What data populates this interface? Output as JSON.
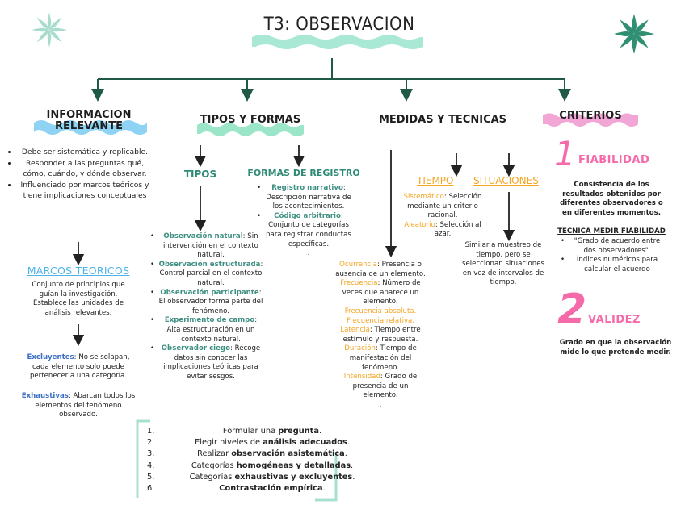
{
  "title": "T3: OBSERVACION",
  "colors": {
    "line": "#1f5a47",
    "blue_wave": "#8fd3f4",
    "green_wave": "#9be5c8",
    "pink_wave": "#f2a6d6",
    "title_wave": "#a8e8d4",
    "pink": "#f56aa8",
    "orange": "#f5a623",
    "sky": "#4eb3e8"
  },
  "decorations": [
    "star-icon-light",
    "star-icon-dark"
  ],
  "branches": {
    "informacion": {
      "header": "INFORMACION RELEVANTE",
      "bullets": [
        "Debe ser sistemática y replicable.",
        "Responder  a las preguntas qué, cómo, cuándo,  y dónde observar.",
        "Influenciado por marcos teóricos y tiene implicaciones conceptuales"
      ],
      "marcos": {
        "header": "MARCOS TEORICOS",
        "desc": "Conjunto de principios que guían la investigación. Establece las unidades de análisis relevantes.",
        "excluyentes_label": "Excluyentes",
        "excluyentes_text": ": No se solapan, cada elemento solo puede pertenecer a una categoría.",
        "exhaustivas_label": "Exhaustivas",
        "exhaustivas_text": ": Abarcan todos los elementos del fenómeno observado."
      }
    },
    "tipos": {
      "header": "TIPOS Y FORMAS",
      "tipos_label": "TIPOS",
      "formas_label": "FORMAS DE REGISTRO",
      "tipos_items": [
        {
          "label": "Observación natural",
          "text": ": Sin intervención en el contexto natural."
        },
        {
          "label": "Observación estructurada",
          "text": ": Control parcial en el contexto natural."
        },
        {
          "label": "Observación participante",
          "text": ": El observador forma parte del fenómeno."
        },
        {
          "label": "Experimento de campo",
          "text": ": Alta estructuración en un contexto natural."
        },
        {
          "label": "Observador ciego",
          "text": ": Recoge datos sin conocer las implicaciones teóricas para evitar sesgos."
        }
      ],
      "formas_items": [
        {
          "label": "Registro narrativo",
          "text": ": Descripción narrativa de los acontecimientos."
        },
        {
          "label": "Código arbitrario",
          "text": ": Conjunto de categorías para registrar conductas específicas."
        }
      ],
      "formas_tail": ".",
      "steps": [
        {
          "n": "1.",
          "pre": "Formular una ",
          "bold": "pregunta",
          "post": "."
        },
        {
          "n": "2.",
          "pre": "Elegir niveles de ",
          "bold": "análisis adecuados",
          "post": "."
        },
        {
          "n": "3.",
          "pre": "Realizar ",
          "bold": "observación asistemática",
          "post": "."
        },
        {
          "n": "4.",
          "pre": "Categorías ",
          "bold": "homogéneas y detalladas",
          "post": "."
        },
        {
          "n": "5.",
          "pre": "Categorías ",
          "bold": "exhaustivas y excluyentes",
          "post": "."
        },
        {
          "n": "6.",
          "pre": "",
          "bold": "Contrastación empírica",
          "post": "."
        }
      ]
    },
    "medidas": {
      "header": "MEDIDAS Y TECNICAS",
      "tiempo_label": "TIEMPO",
      "situaciones_label": "SITUACIONES",
      "tiempo_items": [
        {
          "label": "Sistemático",
          "text": ": Selección mediante un criterio racional."
        },
        {
          "label": "Aleatorio",
          "text": ": Selección al azar."
        }
      ],
      "situaciones_text": "Similar a muestreo de tiempo, pero se seleccionan situaciones en vez de intervalos de tiempo.",
      "measures": [
        {
          "label": "Ocurrencia",
          "text": ": Presencia o ausencia de un elemento."
        },
        {
          "label": "Frecuencia",
          "text": ": Número de veces que aparece un elemento."
        },
        {
          "label": "Frecuencia absoluta.",
          "text": ""
        },
        {
          "label": "Frecuencia relativa.",
          "text": ""
        },
        {
          "label": "Latencia",
          "text": ": Tiempo entre estímulo y respuesta."
        },
        {
          "label": "Duración",
          "text": ": Tiempo de manifestación del fenómeno."
        },
        {
          "label": "Intensidad",
          "text": ": Grado de presencia de un elemento."
        }
      ],
      "measures_tail": "."
    },
    "criterios": {
      "header": "CRITERIOS",
      "num1": "1",
      "fiabilidad": "FIABILIDAD",
      "fiabilidad_desc": "Consistencia de los resultados obtenidos por diferentes observadores o en diferentes momentos.",
      "tecnica_title": "TECNICA MEDIR FIABILIDAD",
      "tecnica_items": [
        "\"Grado de acuerdo entre dos observadores\".",
        "Índices numéricos para calcular el acuerdo"
      ],
      "num2": "2",
      "validez": "VALIDEZ",
      "validez_desc": "Grado en que la observación mide lo que pretende medir."
    }
  }
}
